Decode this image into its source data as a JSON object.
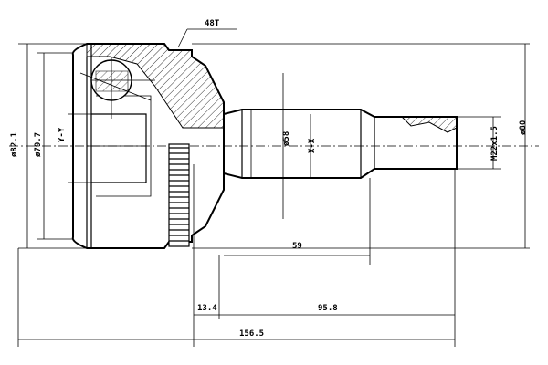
{
  "dimensions": {
    "teeth": "48T",
    "outer_dia": "ø82.1",
    "inner_dia": "ø79.7",
    "axis_y": "Y-Y",
    "axis_x": "X-X",
    "shaft_dia": "ø58",
    "thread": "M22x1.5",
    "flange_dia": "ø80",
    "len_59": "59",
    "len_13_4": "13.4",
    "len_95_8": "95.8",
    "len_total": "156.5"
  }
}
